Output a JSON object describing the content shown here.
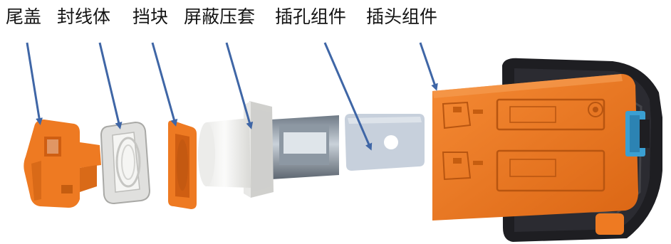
{
  "labels": [
    "尾盖",
    "封线体",
    "挡块",
    "屏蔽压套",
    "插孔组件",
    "插头组件"
  ],
  "colors": {
    "arrow": "#3f66a6",
    "orange": "#ee7a22",
    "orange_dark": "#c95a10",
    "plug_body": "#f07a26",
    "black_housing": "#1e1e22",
    "blue_latch": "#3a9fd2",
    "white_part": "#f2f2f0",
    "metal": "#9aa4ad",
    "plate": "#c7d0dc"
  }
}
